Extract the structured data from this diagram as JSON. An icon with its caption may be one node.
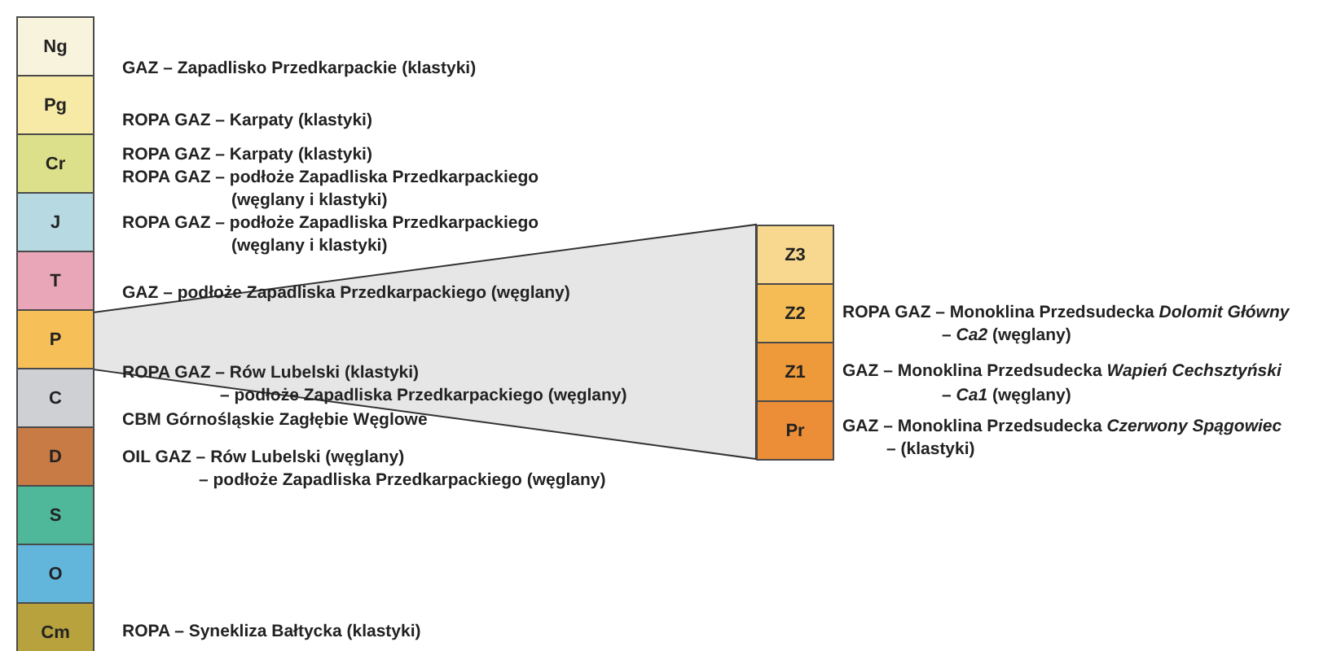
{
  "diagram": {
    "nodes": [
      {
        "text": [
          "Ng"
        ]
      },
      {
        "text": [
          "Pg"
        ]
      },
      {
        "text": [
          "Cr"
        ]
      },
      {
        "text": [
          "J"
        ]
      },
      {
        "text": [
          "T"
        ]
      },
      {
        "text": [
          "P"
        ]
      },
      {
        "text": [
          "C"
        ]
      },
      {
        "text": [
          "D"
        ]
      },
      {
        "text": [
          "S"
        ]
      },
      {
        "text": [
          "O"
        ]
      },
      {
        "text": [
          "Cm"
        ]
      },
      {
        "text": [
          "Z3"
        ]
      },
      {
        "text": [
          "Z2"
        ]
      },
      {
        "text": [
          "Z1"
        ]
      },
      {
        "text": [
          "Pr"
        ]
      }
    ],
    "labels": [
      "GAZ – Zapadlisko Przedkarpackie (klastyki)",
      "ROPA GAZ – Karpaty (klastyki)",
      "ROPA GAZ – Karpaty (klastyki)",
      "ROPA GAZ – podłoże Zapadliska Przedkarpackiego",
      "(węglany i klastyki)",
      "ROPA GAZ – podłoże Zapadliska Przedkarpackiego",
      "(węglany i klastyki)",
      "GAZ – podłoże Zapadliska Przedkarpackiego (węglany)",
      "ROPA GAZ – Monoklina Przedsudecka *Dolomit Główny*",
      "– *Ca2* (węglany)",
      "ROPA GAZ – Rów Lubelski (klastyki)",
      "GAZ – Monoklina Przedsudecka *Wapień Cechsztyński*",
      "– podłoże Zapadliska Przedkarpackiego (węglany)",
      "– *Ca1* (węglany)",
      "CBM Górnośląskie Zagłębie Węglowe",
      "GAZ – Monoklina Przedsudecka *Czerwony Spągowiec*",
      "– (klastyki)",
      "OIL GAZ – Rów Lubelski (węglany)",
      "– podłoże Zapadliska Przedkarpackiego (węglany)",
      "ROPA – Synekliza Bałtycka (klastyki)"
    ]
  }
}
